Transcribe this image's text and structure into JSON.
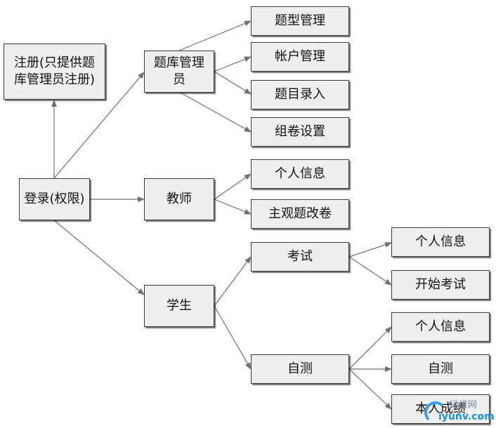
{
  "nodes": {
    "login": "登录(权限)",
    "register": "注册(只提供题库管理员注册)",
    "admin": "题库管理员",
    "teacher": "教师",
    "student": "学生",
    "question_type_mgmt": "题型管理",
    "account_mgmt": "帐户管理",
    "question_entry": "题目录入",
    "paper_setup": "组卷设置",
    "teacher_personal_info": "个人信息",
    "subjective_grading": "主观题改卷",
    "exam": "考试",
    "self_test": "自测",
    "exam_personal_info": "个人信息",
    "start_exam": "开始考试",
    "selftest_personal_info": "个人信息",
    "selftest_selftest": "自测",
    "my_scores": "本人成绩"
  },
  "watermark": {
    "text_cn": "运维网",
    "text_en": "iyunv.com"
  },
  "colors": {
    "box_fill": "#efefef",
    "box_border": "#3c3c3c",
    "arrow": "#707070"
  }
}
